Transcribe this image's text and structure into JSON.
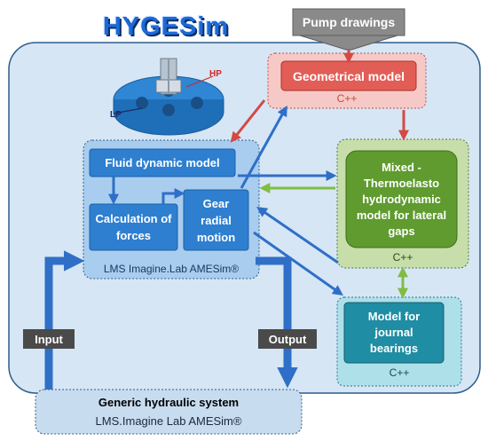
{
  "title": "HYGESim",
  "pump_drawings": "Pump drawings",
  "geometrical_model": {
    "title": "Geometrical model",
    "lang": "C++"
  },
  "amesim_group": {
    "label": "LMS Imagine.Lab AMESim®",
    "fluid_dynamic_model": "Fluid dynamic model",
    "calculation_of_forces": "Calculation of forces",
    "gear_radial_motion": "Gear radial motion"
  },
  "lateral_gaps": {
    "title": "Mixed - Thermoelasto hydrodynamic model for lateral gaps",
    "lang": "C++"
  },
  "journal_bearings": {
    "title": "Model for journal bearings",
    "lang": "C++"
  },
  "generic_system": {
    "title": "Generic hydraulic system",
    "subtitle": "LMS.Imagine Lab AMESim®"
  },
  "input_label": "Input",
  "output_label": "Output",
  "pump_image": {
    "labels": {
      "hp": "HP",
      "lp": "LP"
    }
  },
  "colors": {
    "outer_bg": "#d6e6f5",
    "outer_border": "#2f5d8a",
    "red_bg": "#f7c9c6",
    "red_box": "#e35d57",
    "green_bg": "#c8deaa",
    "green_box": "#5f9b2e",
    "teal_bg": "#aee0ea",
    "teal_box": "#1f8da3",
    "blue_box": "#2e7fd0",
    "arrow_blue": "#2f6fc7",
    "arrow_red": "#d24a43",
    "arrow_green": "#7fbd43"
  }
}
